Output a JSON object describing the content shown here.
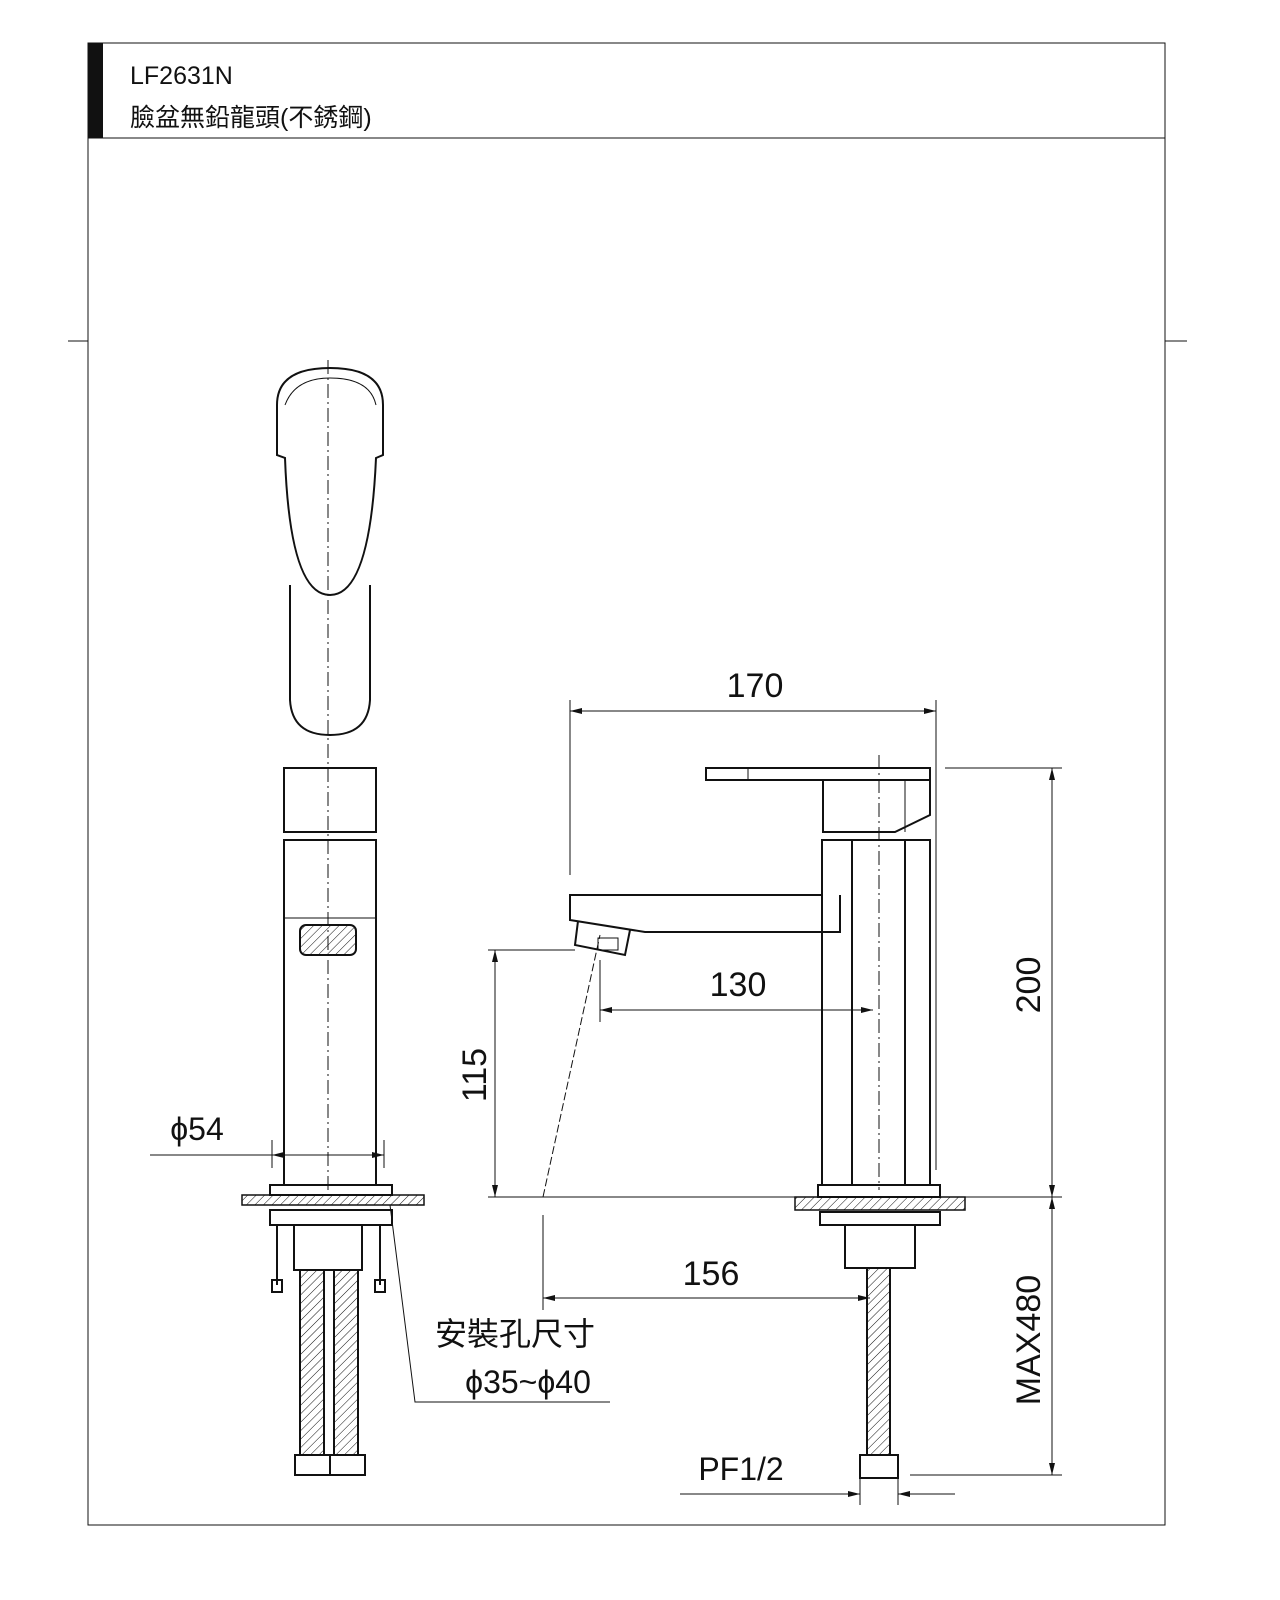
{
  "header": {
    "model": "LF2631N",
    "description": "臉盆無鉛龍頭(不銹鋼)"
  },
  "dimensions": {
    "width_total": "170",
    "spout_reach": "130",
    "spout_height": "115",
    "height_total": "200",
    "hose_length": "MAX480",
    "hole_offset": "156",
    "base_diameter": "ϕ54",
    "connection": "PF1/2",
    "hole_label": "安裝孔尺寸",
    "hole_size": "ϕ35~ϕ40"
  },
  "colors": {
    "line": "#111111",
    "background": "#ffffff"
  }
}
